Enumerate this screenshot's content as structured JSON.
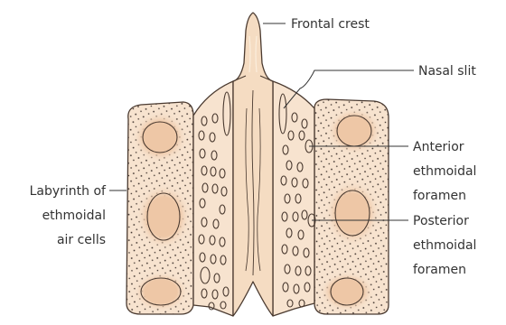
{
  "colors": {
    "bone_fill": "#f7e3cf",
    "bone_light": "#fbeedd",
    "crest_fill": "#f5dcc2",
    "air_cell_halo": "#eec7a6",
    "stipple": "#3b2f2a",
    "outline": "#4a3a30",
    "label_text": "#333333"
  },
  "labels": {
    "frontal_crest": "Frontal crest",
    "nasal_slit": "Nasal slit",
    "anterior_foramen": [
      "Anterior",
      "ethmoidal",
      "foramen"
    ],
    "posterior_foramen": [
      "Posterior",
      "ethmoidal",
      "foramen"
    ],
    "labyrinth": [
      "Labyrinth of",
      "ethmoidal",
      "air cells"
    ]
  }
}
